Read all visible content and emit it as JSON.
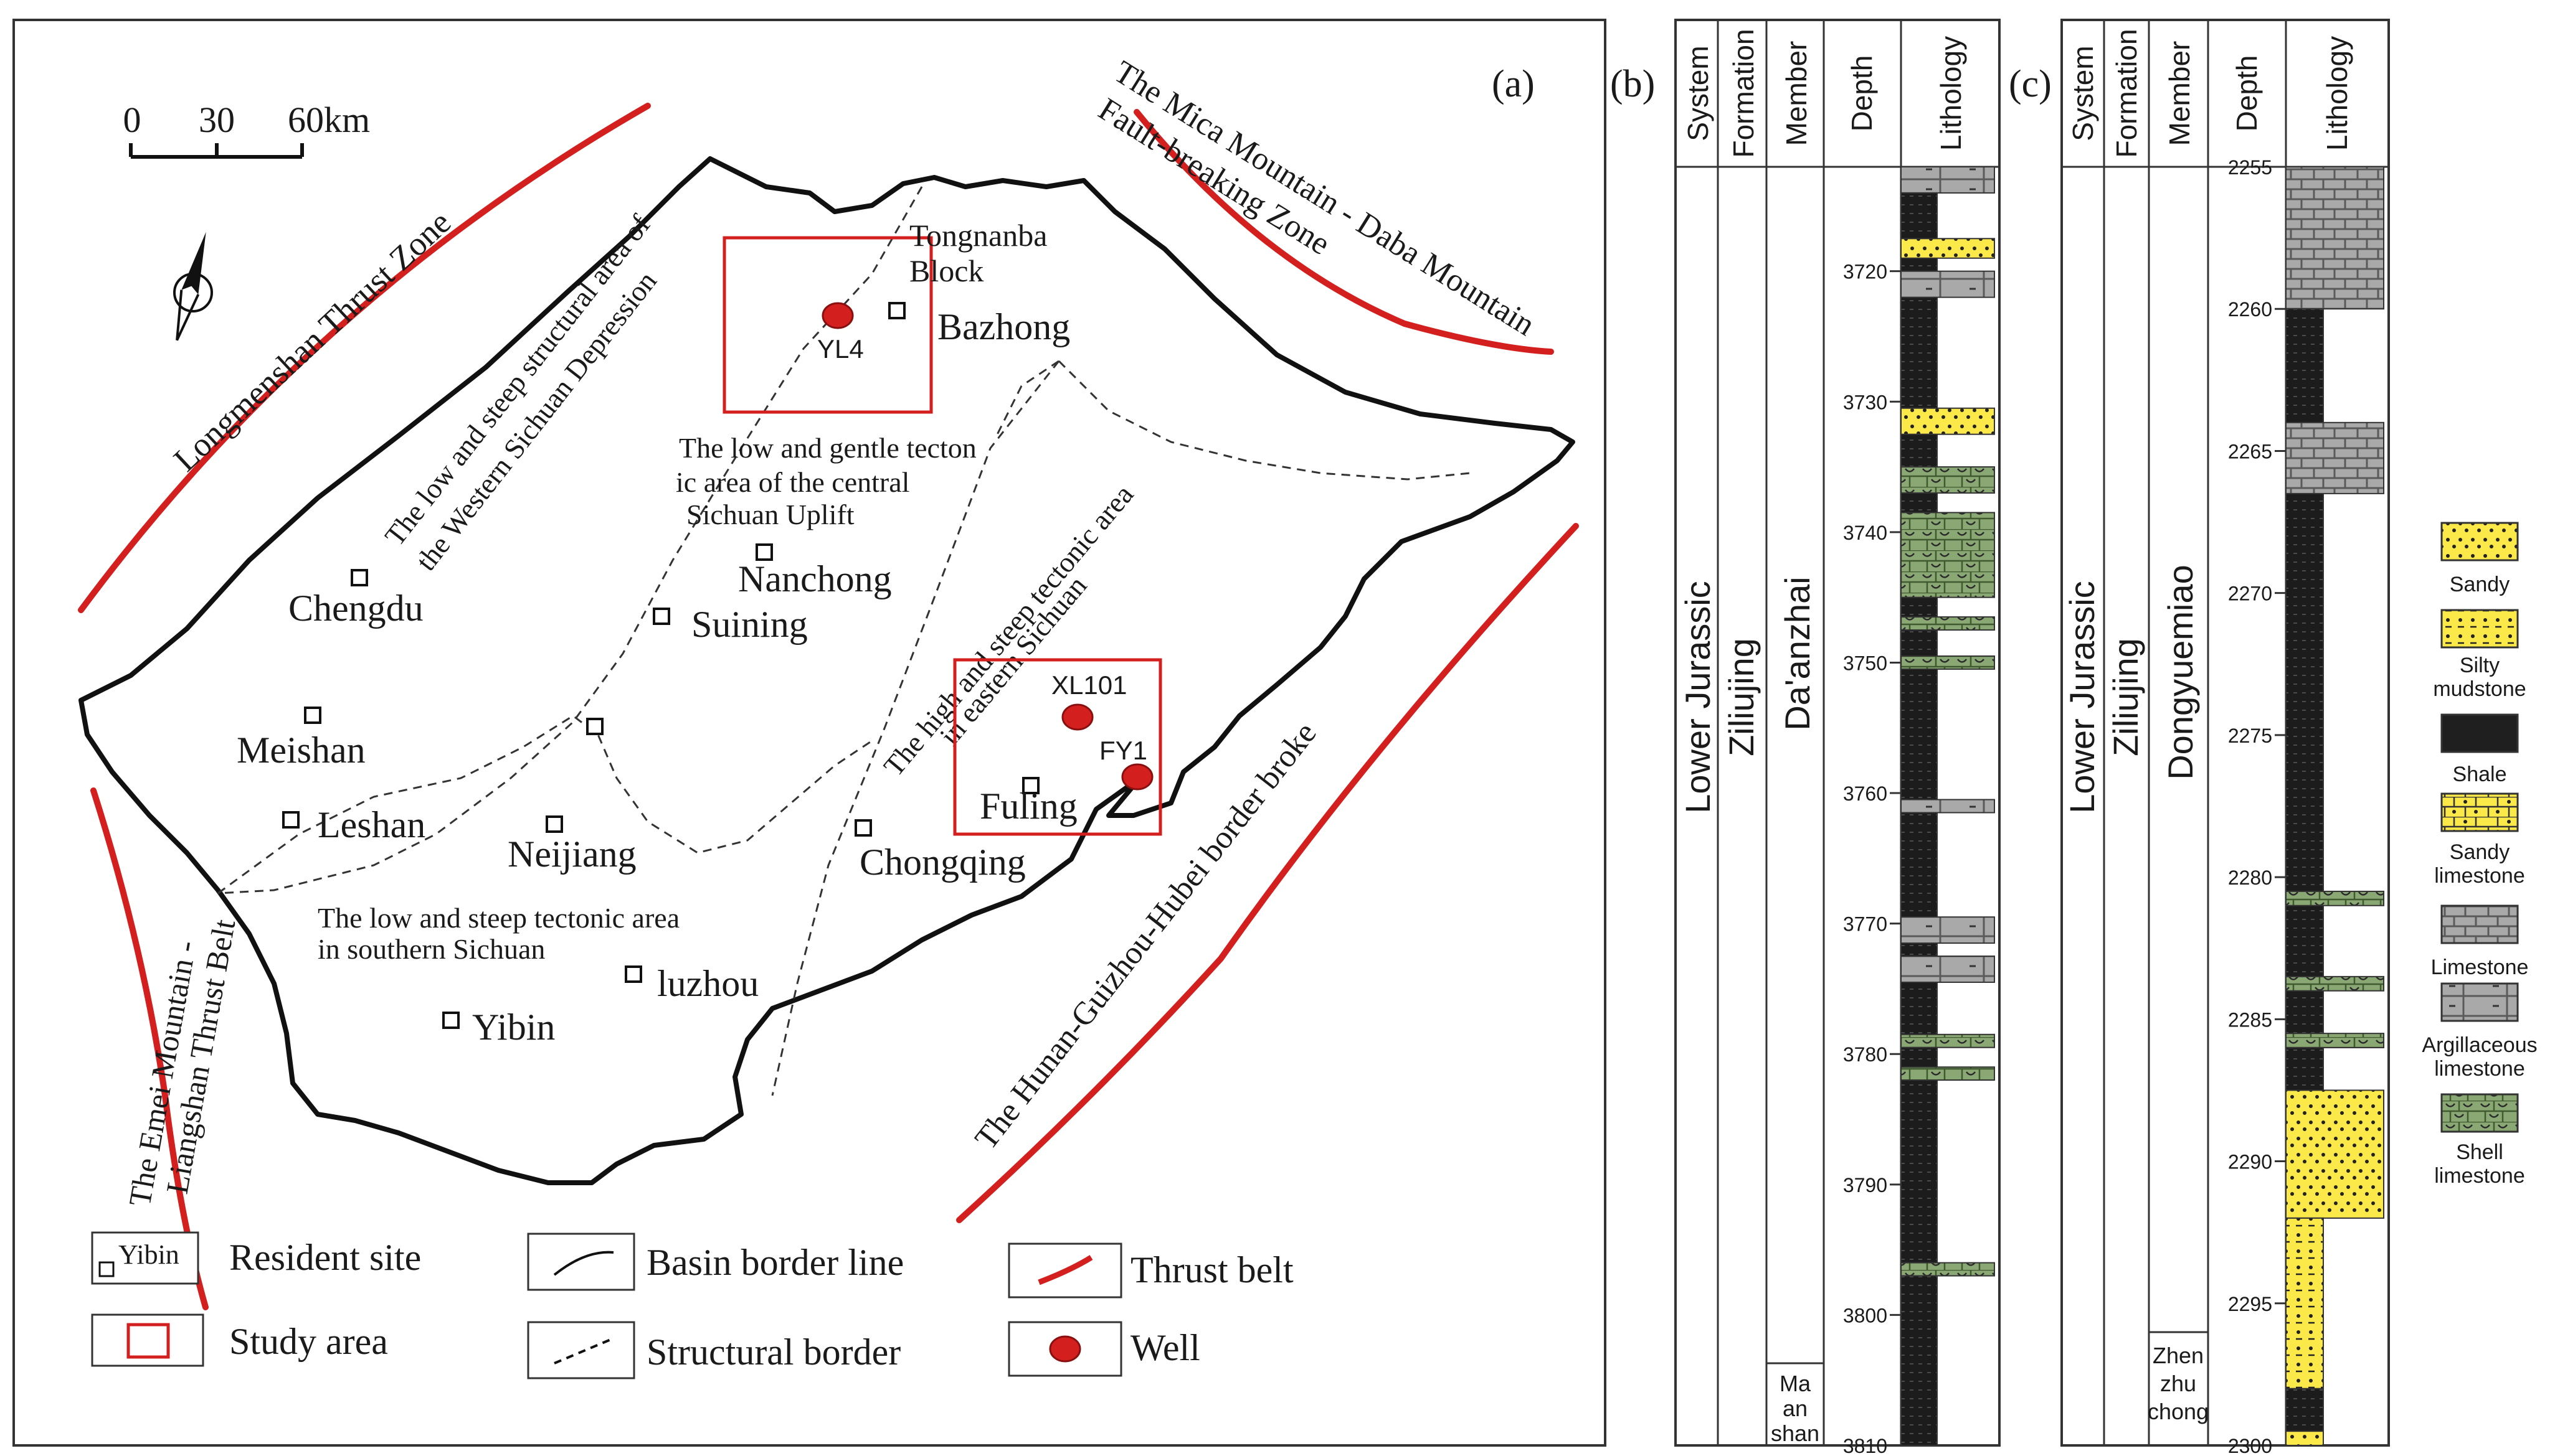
{
  "panels": {
    "a": "(a)",
    "b": "(b)",
    "c": "(c)"
  },
  "scale": {
    "t0": "0",
    "t1": "30",
    "t2": "60km"
  },
  "cities": {
    "bazhong": "Bazhong",
    "chengdu": "Chengdu",
    "nanchong": "Nanchong",
    "suining": "Suining",
    "meishan": "Meishan",
    "leshan": "Leshan",
    "neijiang": "Neijiang",
    "chongqing": "Chongqing",
    "fuling": "Fuling",
    "luzhou": "luzhou",
    "yibin": "Yibin"
  },
  "wells": {
    "yl4": "YL4",
    "xl101": "XL101",
    "fy1": "FY1"
  },
  "block": {
    "line1": "Tongnanba",
    "line2": "Block"
  },
  "belts": {
    "longmen": "Longmenshan Thrust Zone",
    "mica1": "The Mica Mountain - Daba Mountain",
    "mica2": "Fault-breaking Zone",
    "hunan": "The Hunan-Guizhou-Hubei border broke",
    "emei1": "The Emei Mountain -",
    "emei2": "Liangshan Thrust Belt"
  },
  "areas": {
    "west1": "The low and steep structural area of",
    "west2": "the Western Sichuan Depression",
    "central1": "The low and gentle tecton",
    "central2": "ic area of  the central",
    "central3": "Sichuan Uplift",
    "east1": "The high and steep tectonic area",
    "east2": "in eastern Sichuan",
    "south1": "The low and steep tectonic area",
    "south2": "in southern Sichuan"
  },
  "legend_map": {
    "resident_sample": "Yibin",
    "resident": "Resident site",
    "basin": "Basin border line",
    "thrust": "Thrust belt",
    "study": "Study area",
    "structural": "Structural border",
    "well": "Well"
  },
  "column_headers": {
    "system": "System",
    "formation": "Formation",
    "member": "Member",
    "depth": "Depth",
    "lithology": "Lithology"
  },
  "column_b": {
    "system": "Lower Jurassic",
    "formation": "Ziliujing",
    "member": "Da'anzhai",
    "member2": [
      "Ma",
      "an",
      "shan"
    ],
    "depths": [
      "3720",
      "3730",
      "3740",
      "3750",
      "3760",
      "3770",
      "3780",
      "3790",
      "3800",
      "3810"
    ]
  },
  "column_c": {
    "system": "Lower Jurassic",
    "formation": "Ziliujing",
    "member": "Dongyuemiao",
    "member2": [
      "Zhen",
      "zhu",
      "chong"
    ],
    "depths": [
      "2255",
      "2260",
      "2265",
      "2270",
      "2275",
      "2280",
      "2285",
      "2290",
      "2295",
      "2300"
    ]
  },
  "legend_lith": {
    "sandy": "Sandy",
    "silty1": "Silty",
    "silty2": "mudstone",
    "shale": "Shale",
    "sandylime1": "Sandy",
    "sandylime2": "limestone",
    "limestone": "Limestone",
    "arg1": "Argillaceous",
    "arg2": "limestone",
    "shell1": "Shell",
    "shell2": "limestone"
  },
  "colors": {
    "thrust": "#d41f1f",
    "well": "#d41f1f",
    "sandy": "#fbe94a",
    "limestone": "#a9a9a9",
    "shell": "#8aa873",
    "shale": "#1f1f1f"
  }
}
